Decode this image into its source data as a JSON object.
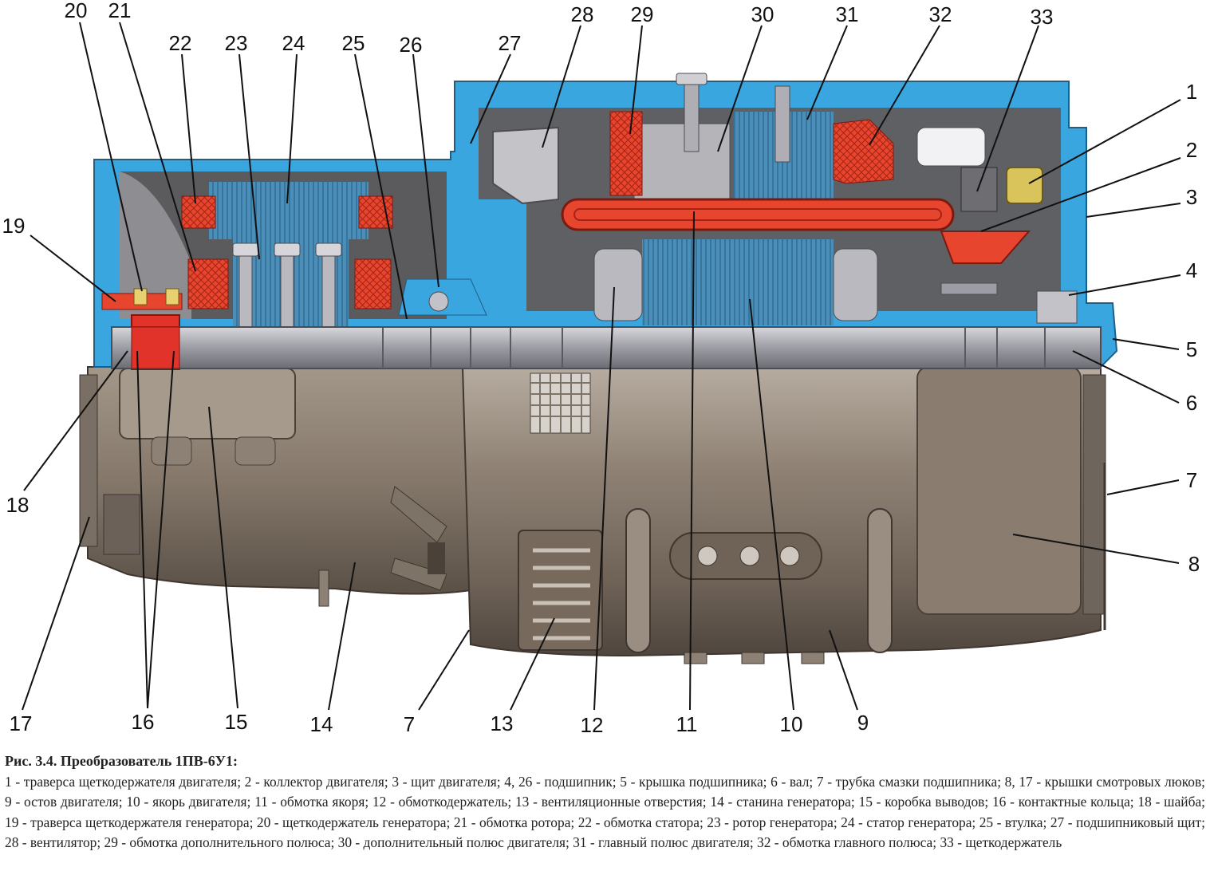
{
  "figure": {
    "title": "Рис. 3.4. Преобразователь 1ПВ-6У1:",
    "legend": "1 - траверса щеткодержателя двигателя; 2 - коллектор двигателя; 3 - щит двигателя; 4, 26 - подшипник; 5 - крышка подшипника; 6 - вал; 7 - трубка смазки подшипника; 8, 17 - крышки смотровых люков; 9 - остов двигателя; 10 - якорь двигателя; 11 - обмотка якоря; 12 - обмоткодержатель; 13 - вентиляционные отверстия; 14 - станина генератора; 15 - коробка выводов; 16 - контактные кольца; 18 - шайба; 19 - траверса щеткодержателя генератора; 20 - щеткодержатель генератора; 21 - обмотка ротора; 22 - обмотка статора; 23 - ротор генератора; 24 - статор генератора; 25 - втулка; 27 - подшипниковый щит; 28 - вентилятор; 29 - обмотка дополнительного полюса; 30 - дополнительный полюс двигателя; 31 - главный полюс двигателя; 32 - обмотка главного полюса; 33 - щеткодержатель"
  },
  "callouts": {
    "n1": "1",
    "n2": "2",
    "n3": "3",
    "n4": "4",
    "n5": "5",
    "n6": "6",
    "n7a": "7",
    "n7b": "7",
    "n8": "8",
    "n9": "9",
    "n10": "10",
    "n11": "11",
    "n12": "12",
    "n13": "13",
    "n14": "14",
    "n15": "15",
    "n16": "16",
    "n17": "17",
    "n18": "18",
    "n19": "19",
    "n20": "20",
    "n21": "21",
    "n22": "22",
    "n23": "23",
    "n24": "24",
    "n25": "25",
    "n26": "26",
    "n27": "27",
    "n28": "28",
    "n29": "29",
    "n30": "30",
    "n31": "31",
    "n32": "32",
    "n33": "33"
  },
  "colors": {
    "housing_blue": "#3aa6e0",
    "winding_red": "#e8452e",
    "lamination_blue": "#4b8fb8",
    "metal_gray": "#9a9494",
    "body_brown": "#8e8070",
    "brass": "#d8c45a"
  }
}
